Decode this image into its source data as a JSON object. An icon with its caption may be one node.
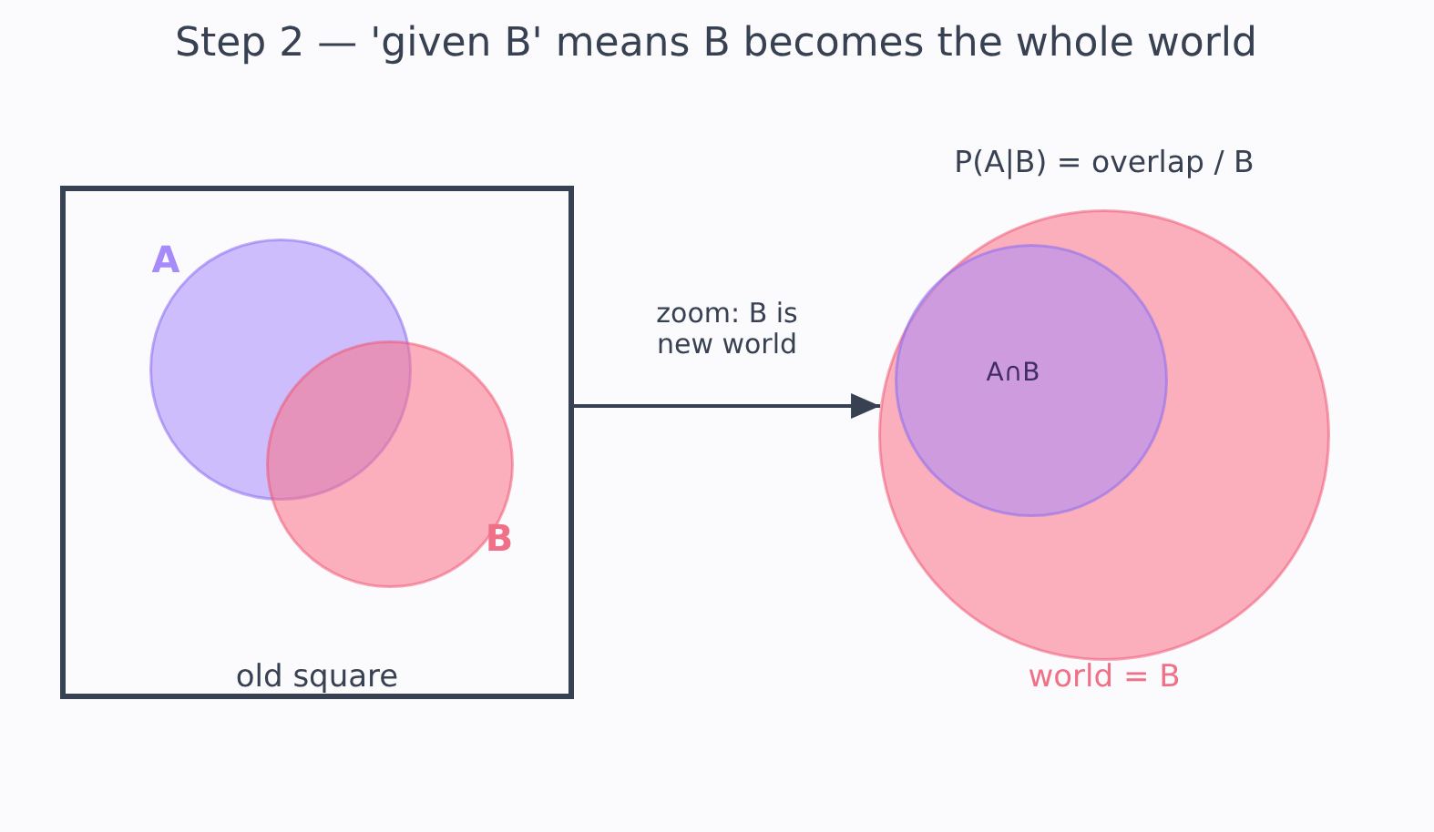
{
  "diagram": {
    "title": "Step 2 — 'given B' means B becomes the whole world",
    "nodes": [
      {
        "text": [
          "old square"
        ]
      },
      {
        "text": [
          "A"
        ],
        "in": 0
      },
      {
        "text": [
          "B"
        ],
        "in": 0
      },
      {
        "text": [],
        "shape": "circle",
        "beside": [
          "world = B"
        ]
      },
      {
        "text": [
          "A∩B"
        ],
        "in": 3
      }
    ],
    "edges": [
      {
        "from": 0,
        "to": 3,
        "arrow": "to",
        "label": "zoom: B is new world"
      }
    ],
    "labels": [
      "P(A|B) = overlap / B"
    ]
  }
}
